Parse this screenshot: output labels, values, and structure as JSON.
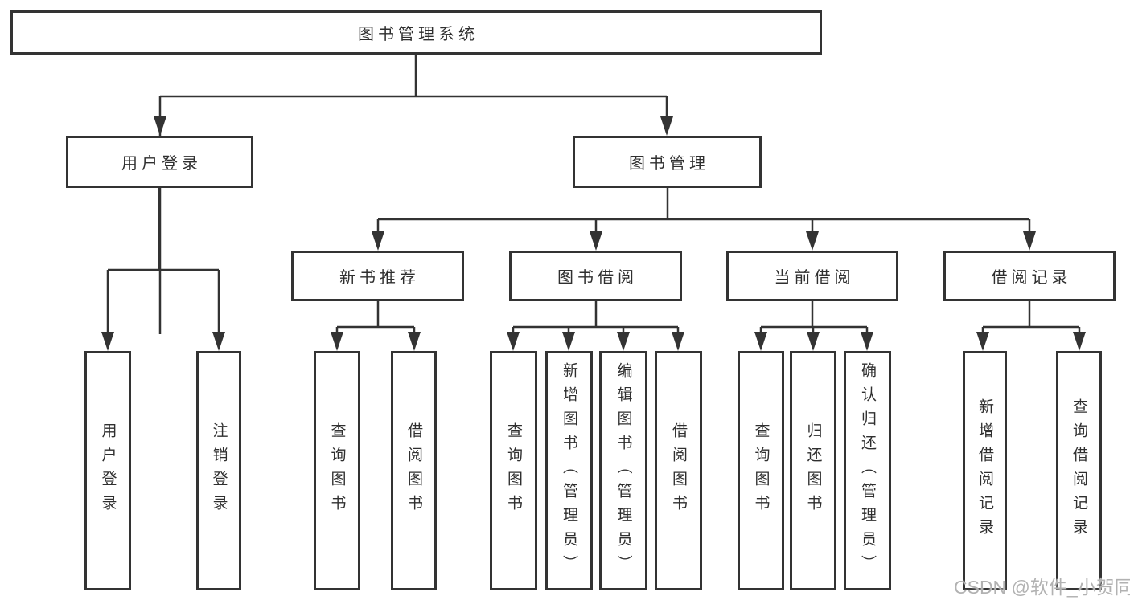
{
  "diagram": {
    "nodes": {
      "root": "图书管理系统",
      "user_login": "用户登录",
      "book_mgmt": "图书管理",
      "new_book_rec": "新书推荐",
      "book_borrow": "图书借阅",
      "current_borrow": "当前借阅",
      "borrow_record": "借阅记录",
      "v_user_login": "用户登录",
      "v_logout": "注销登录",
      "v_query_book_1": "查询图书",
      "v_borrow_book_1": "借阅图书",
      "v_query_book_2": "查询图书",
      "v_add_book_admin": "新增图书（管理员）",
      "v_edit_book_admin": "编辑图书（管理员）",
      "v_borrow_book_2": "借阅图书",
      "v_query_book_3": "查询图书",
      "v_return_book": "归还图书",
      "v_confirm_return_admin": "确认归还（管理员）",
      "v_add_borrow_record": "新增借阅记录",
      "v_query_borrow_record": "查询借阅记录"
    },
    "colors": {
      "line": "#333333",
      "text": "#2f2f2f",
      "background": "#ffffff",
      "watermark": "#b2b2b2"
    }
  },
  "watermark": {
    "text": "CSDN @软件_小贺同学"
  }
}
